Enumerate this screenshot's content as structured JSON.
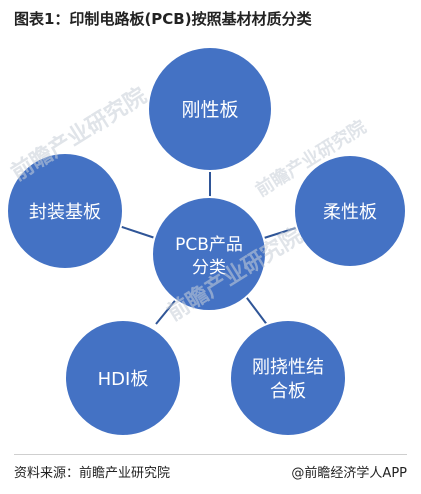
{
  "title": "图表1：印制电路板(PCB)按照基材材质分类",
  "center_node": {
    "line1": "PCB产品",
    "line2": "分类"
  },
  "nodes": [
    {
      "id": "rigid",
      "line1": "刚性板",
      "line2": ""
    },
    {
      "id": "flexible",
      "line1": "柔性板",
      "line2": ""
    },
    {
      "id": "rigid-flex",
      "line1": "刚挠性结",
      "line2": "合板"
    },
    {
      "id": "hdi",
      "line1": "HDI板",
      "line2": ""
    },
    {
      "id": "package-substrate",
      "line1": "封装基板",
      "line2": ""
    }
  ],
  "watermarks": [
    "前瞻产业研究院",
    "前瞻产业研究院",
    "前瞻产业研究院"
  ],
  "footer": {
    "source": "资料来源：前瞻产业研究院",
    "brand": "@前瞻经济学人APP"
  },
  "colors": {
    "node_fill": "#4472c4",
    "node_stroke": "#ffffff",
    "connector": "#2f5597",
    "text": "#ffffff"
  }
}
